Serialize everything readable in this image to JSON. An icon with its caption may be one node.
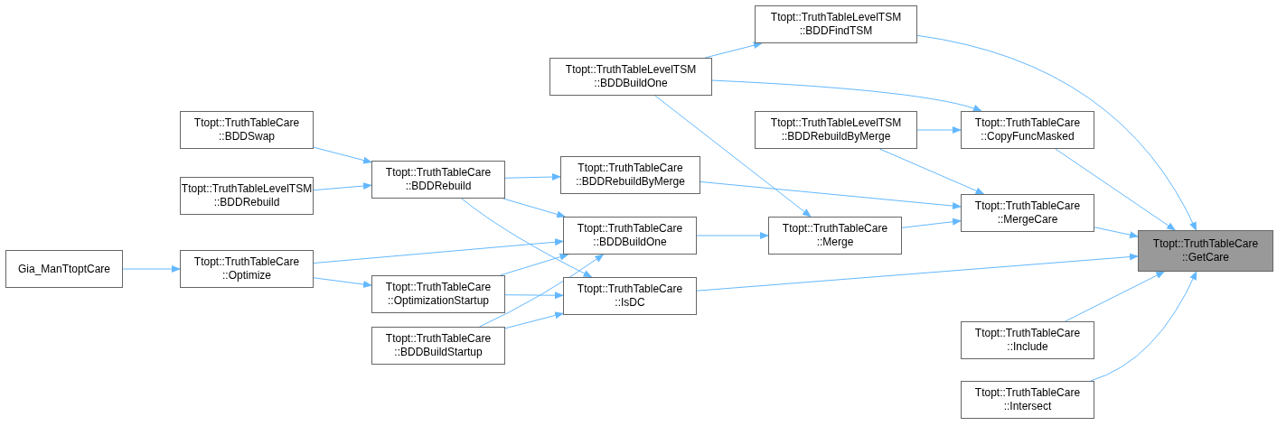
{
  "diagram": {
    "nodes": [
      {
        "text": [
          "Ttopt::TruthTableCare ::GetCare"
        ]
      },
      {
        "text": [
          "Ttopt::TruthTableLevelTSM ::BDDFindTSM"
        ]
      },
      {
        "text": [
          "Ttopt::TruthTableLevelTSM ::BDDBuildOne"
        ]
      },
      {
        "text": [
          "Ttopt::TruthTableCare ::CopyFuncMasked"
        ]
      },
      {
        "text": [
          "Ttopt::TruthTableLevelTSM ::BDDRebuildByMerge"
        ]
      },
      {
        "text": [
          "Ttopt::TruthTableCare ::BDDSwap"
        ]
      },
      {
        "text": [
          "Ttopt::TruthTableCare ::BDDRebuild"
        ]
      },
      {
        "text": [
          "Ttopt::TruthTableCare ::BDDRebuildByMerge"
        ]
      },
      {
        "text": [
          "Ttopt::TruthTableLevelTSM ::BDDRebuild"
        ]
      },
      {
        "text": [
          "Ttopt::TruthTableCare ::MergeCare"
        ]
      },
      {
        "text": [
          "Ttopt::TruthTableCare ::BDDBuildOne"
        ]
      },
      {
        "text": [
          "Ttopt::TruthTableCare ::Merge"
        ]
      },
      {
        "text": [
          "Gia_ManTtoptCare"
        ]
      },
      {
        "text": [
          "Ttopt::TruthTableCare ::Optimize"
        ]
      },
      {
        "text": [
          "Ttopt::TruthTableCare ::OptimizationStartup"
        ]
      },
      {
        "text": [
          "Ttopt::TruthTableCare ::IsDC"
        ]
      },
      {
        "text": [
          "Ttopt::TruthTableCare ::BDDBuildStartup"
        ]
      },
      {
        "text": [
          "Ttopt::TruthTableCare ::Include"
        ]
      },
      {
        "text": [
          "Ttopt::TruthTableCare ::Intersect"
        ]
      }
    ],
    "edges": [
      {
        "from": 1,
        "to": 0,
        "arrow": "to"
      },
      {
        "from": 2,
        "to": 1,
        "arrow": "to"
      },
      {
        "from": 2,
        "to": 3,
        "arrow": "to"
      },
      {
        "from": 2,
        "to": 11,
        "arrow": "to"
      },
      {
        "from": 3,
        "to": 0,
        "arrow": "to"
      },
      {
        "from": 4,
        "to": 3,
        "arrow": "to"
      },
      {
        "from": 4,
        "to": 9,
        "arrow": "to"
      },
      {
        "from": 5,
        "to": 6,
        "arrow": "to"
      },
      {
        "from": 8,
        "to": 6,
        "arrow": "to"
      },
      {
        "from": 6,
        "to": 7,
        "arrow": "to"
      },
      {
        "from": 6,
        "to": 10,
        "arrow": "to"
      },
      {
        "from": 6,
        "to": 15,
        "arrow": "to"
      },
      {
        "from": 7,
        "to": 9,
        "arrow": "to"
      },
      {
        "from": 10,
        "to": 11,
        "arrow": "to"
      },
      {
        "from": 11,
        "to": 9,
        "arrow": "to"
      },
      {
        "from": 9,
        "to": 0,
        "arrow": "to"
      },
      {
        "from": 12,
        "to": 13,
        "arrow": "to"
      },
      {
        "from": 13,
        "to": 10,
        "arrow": "to"
      },
      {
        "from": 13,
        "to": 14,
        "arrow": "to"
      },
      {
        "from": 14,
        "to": 10,
        "arrow": "to"
      },
      {
        "from": 14,
        "to": 15,
        "arrow": "to"
      },
      {
        "from": 16,
        "to": 10,
        "arrow": "to"
      },
      {
        "from": 16,
        "to": 15,
        "arrow": "to"
      },
      {
        "from": 15,
        "to": 0,
        "arrow": "to"
      },
      {
        "from": 17,
        "to": 0,
        "arrow": "to"
      },
      {
        "from": 18,
        "to": 0,
        "arrow": "to"
      }
    ]
  }
}
